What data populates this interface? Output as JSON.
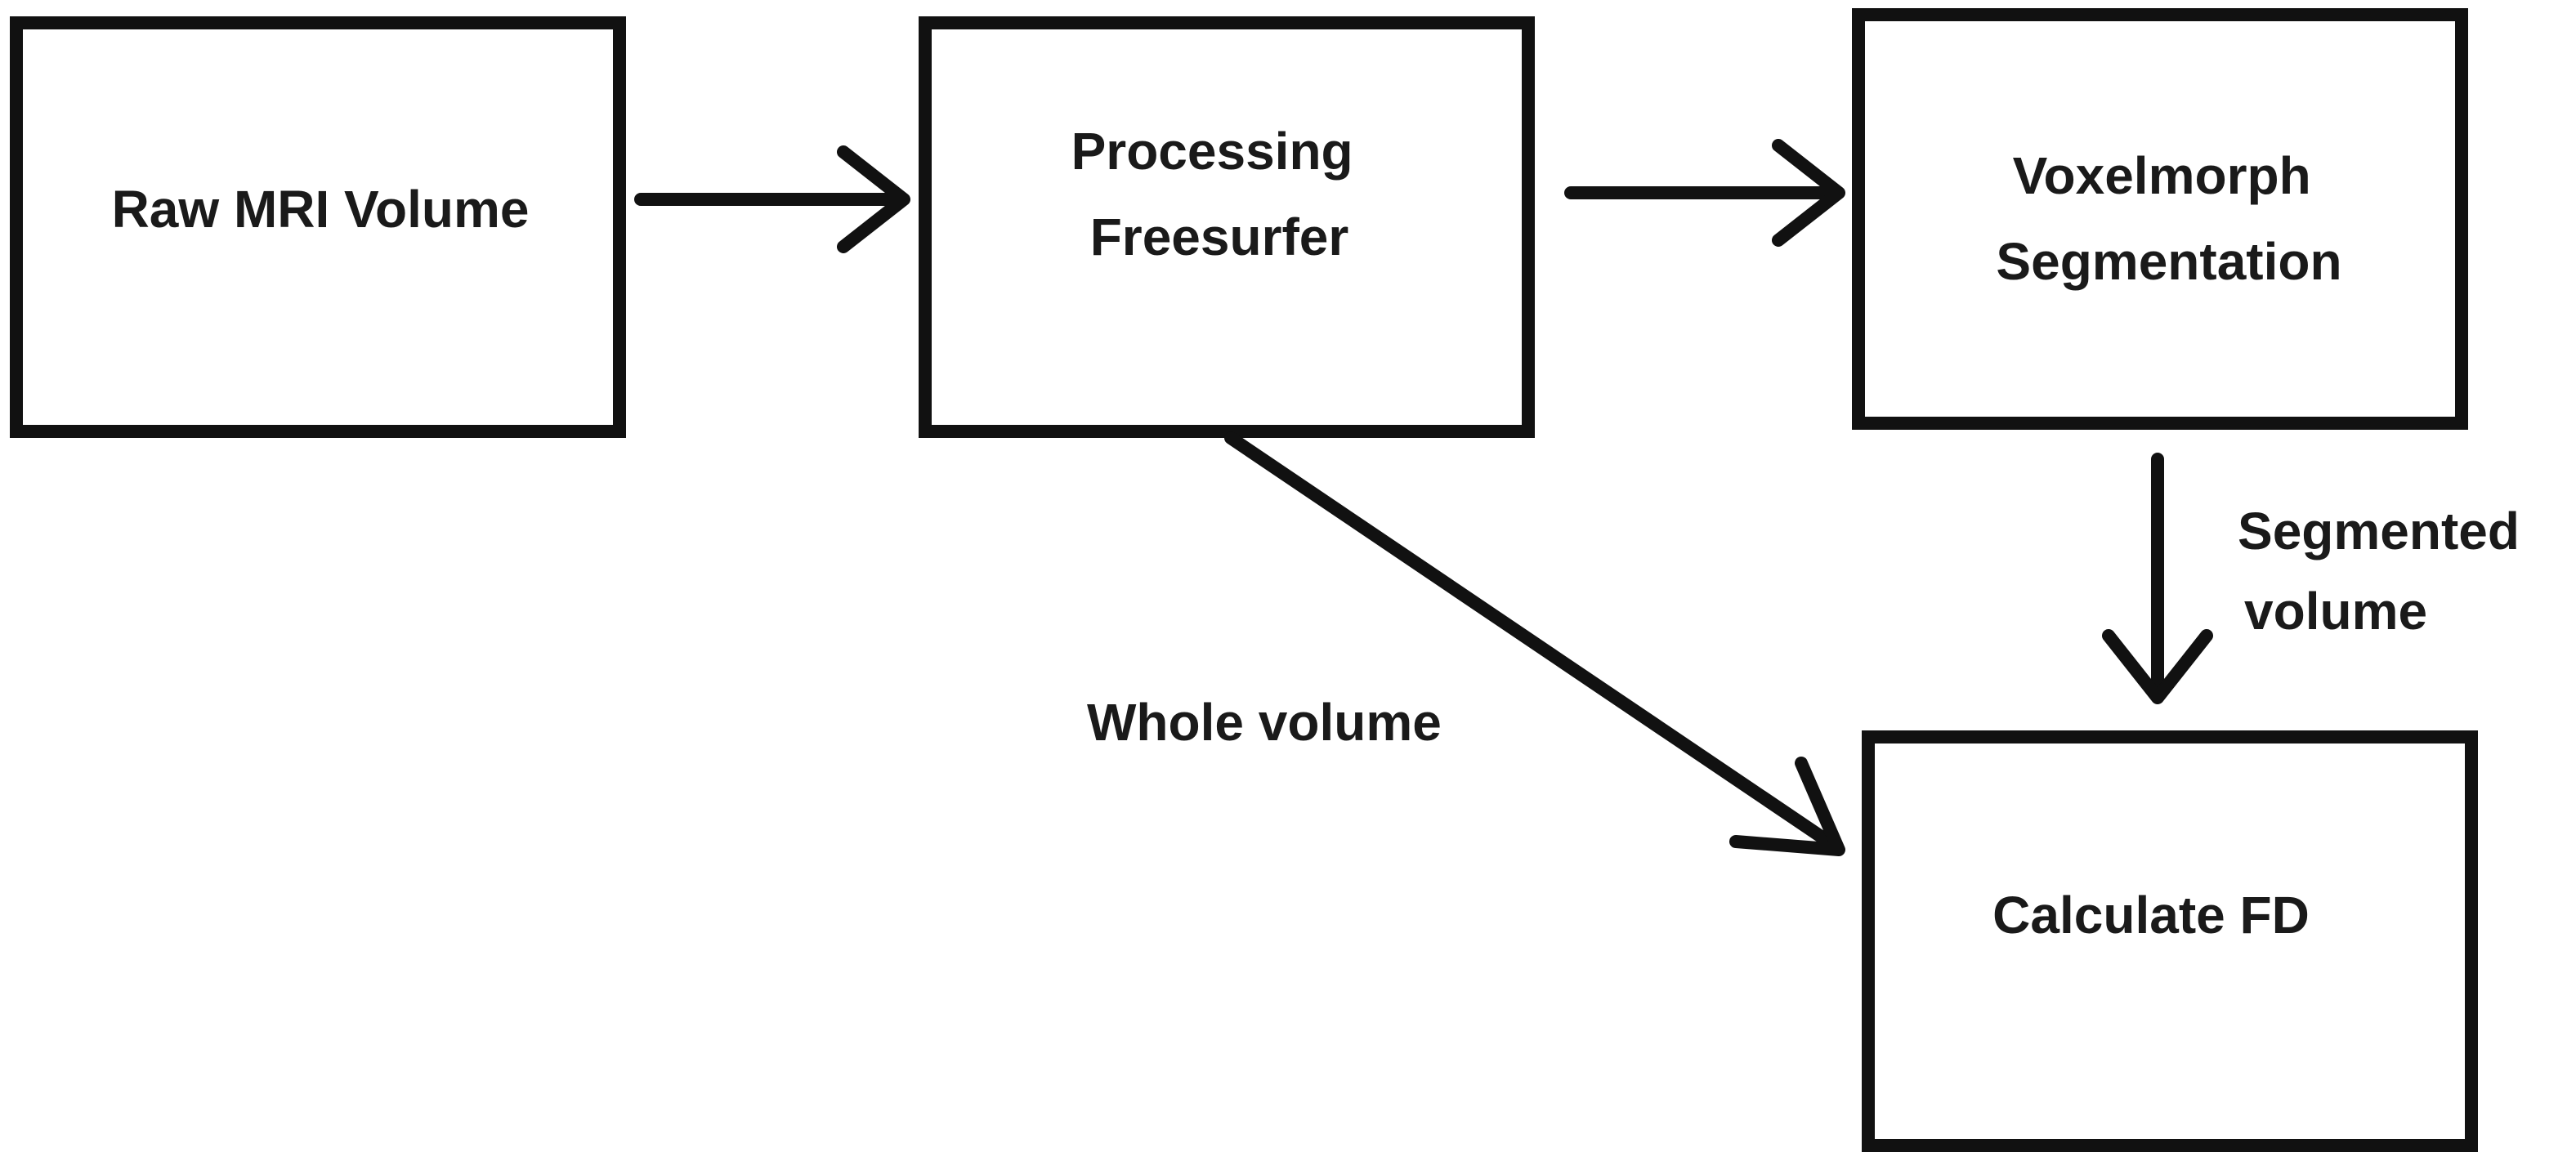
{
  "nodes": [
    {
      "id": "raw",
      "lines": [
        "Raw MRI Volume"
      ]
    },
    {
      "id": "processing",
      "lines": [
        "Processing",
        "Freesurfer"
      ]
    },
    {
      "id": "voxelmorph",
      "lines": [
        "Voxelmorph",
        "Segmentation"
      ]
    },
    {
      "id": "fd",
      "lines": [
        "Calculate FD"
      ]
    }
  ],
  "edges": [
    {
      "from": "raw",
      "to": "processing",
      "label": []
    },
    {
      "from": "processing",
      "to": "voxelmorph",
      "label": []
    },
    {
      "from": "voxelmorph",
      "to": "fd",
      "label": [
        "Segmented",
        "volume"
      ]
    },
    {
      "from": "processing",
      "to": "fd",
      "label": [
        "Whole volume"
      ]
    }
  ],
  "colors": {
    "stroke": "#111111",
    "text": "#1a1a1a",
    "background": "#ffffff"
  }
}
